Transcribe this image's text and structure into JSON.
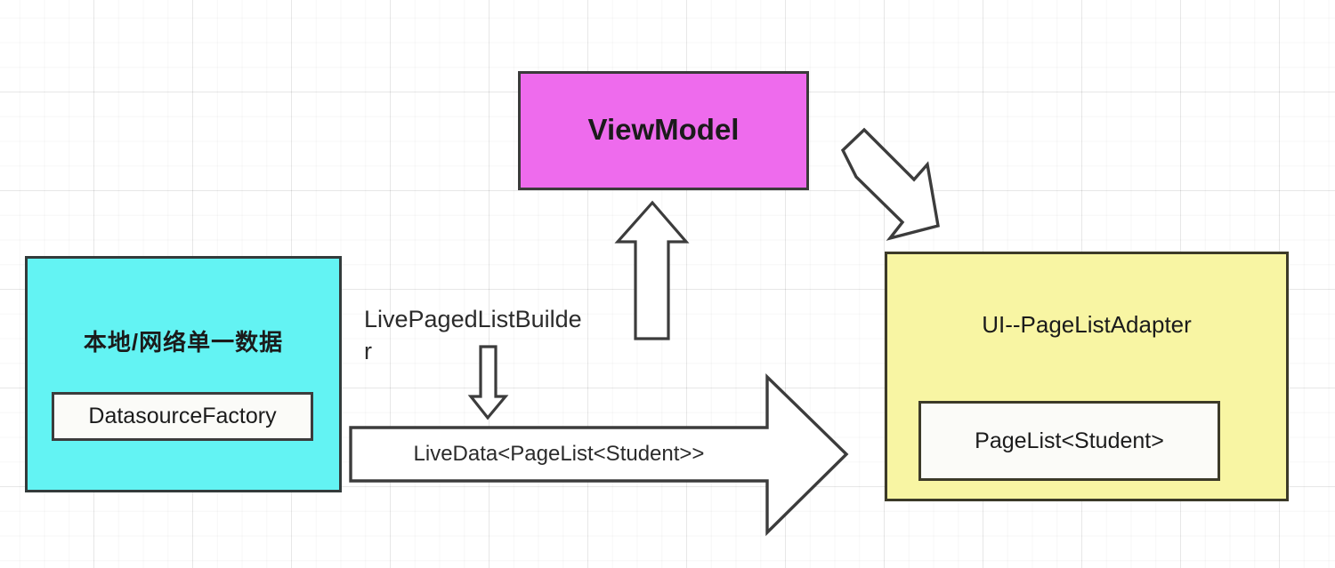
{
  "diagram": {
    "title": "Android Paging Library data flow",
    "background": {
      "grid": "graph-paper",
      "minor_color": "#f0f0f0",
      "major_color": "#e4e4e4",
      "page_color": "#ffffff"
    },
    "nodes": [
      {
        "id": "source",
        "name": "data-source-node",
        "title": "本地/网络单一数据",
        "color": "#63f3f3",
        "border_color": "#333b3b",
        "sub": {
          "id": "datasource-factory",
          "label": "DatasourceFactory",
          "color": "#fbfbf8"
        }
      },
      {
        "id": "viewmodel",
        "name": "viewmodel-node",
        "title": "ViewModel",
        "color": "#ee6bed",
        "border_color": "#3a3a3a"
      },
      {
        "id": "ui",
        "name": "ui-adapter-node",
        "title": "UI--PageListAdapter",
        "color": "#f8f5a3",
        "border_color": "#3c3a28",
        "sub": {
          "id": "pagelist-student",
          "label": "PageList<Student>",
          "color": "#fbfbf8"
        }
      }
    ],
    "edges": [
      {
        "id": "builder",
        "name": "live-paged-list-builder-label",
        "label_line1": "LivePagedListBuilde",
        "label_line2": "r",
        "arrow": "down-arrow-small",
        "direction": "down"
      },
      {
        "id": "livedata",
        "name": "livedata-flow-arrow",
        "label": "LiveData<PageList<Student>>",
        "arrow": "right-arrow-large",
        "direction": "right",
        "from": "source",
        "to": "ui"
      },
      {
        "id": "observe",
        "name": "viewmodel-up-arrow",
        "label": "",
        "arrow": "up-arrow",
        "direction": "up",
        "to": "viewmodel"
      },
      {
        "id": "bind",
        "name": "viewmodel-to-ui-arrow",
        "label": "",
        "arrow": "diagonal-arrow-down-right",
        "direction": "down-right",
        "from": "viewmodel",
        "to": "ui"
      }
    ]
  }
}
